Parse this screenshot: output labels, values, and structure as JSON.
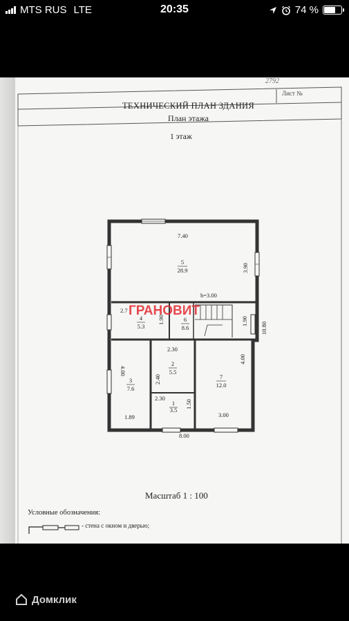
{
  "status_bar": {
    "carrier": "MTS RUS",
    "network": "LTE",
    "time": "20:35",
    "battery_percent": "74 %",
    "battery_level": 0.74
  },
  "document": {
    "code": "2792",
    "sheet_label": "Лист №",
    "title": "ТЕХНИЧЕСКИЙ ПЛАН ЗДАНИЯ",
    "subtitle": "План этажа",
    "floor": "1 этаж",
    "scale": "Масштаб 1 : 100",
    "legend_title": "Условные обозначения:",
    "legend_item": "- стена с окном и дверью;",
    "watermark": "ГРАНОВИТ",
    "plan": {
      "dims": {
        "top_width": "7.40",
        "room5_height": "3.90",
        "ceiling_height": "h=3.00",
        "side_small": "2.7",
        "room4_height": "1.90",
        "stairs_height": "1.90",
        "overall_height": "10.80",
        "hall_width": "2.30",
        "room3_height": "4.00",
        "room2_height": "2.40",
        "room7_height": "4.00",
        "bath_width": "2.30",
        "bath_height": "1.50",
        "room3_width": "1.89",
        "room7_width": "3.00",
        "overall_width": "8.00"
      },
      "rooms": [
        {
          "num": "5",
          "area": "28.9"
        },
        {
          "num": "4",
          "area": "5.3"
        },
        {
          "num": "6",
          "area": "8.6"
        },
        {
          "num": "2",
          "area": "5.5"
        },
        {
          "num": "3",
          "area": "7.6"
        },
        {
          "num": "1",
          "area": "3.5"
        },
        {
          "num": "7",
          "area": "12.0"
        }
      ]
    }
  },
  "footer": {
    "brand": "Домклик"
  }
}
